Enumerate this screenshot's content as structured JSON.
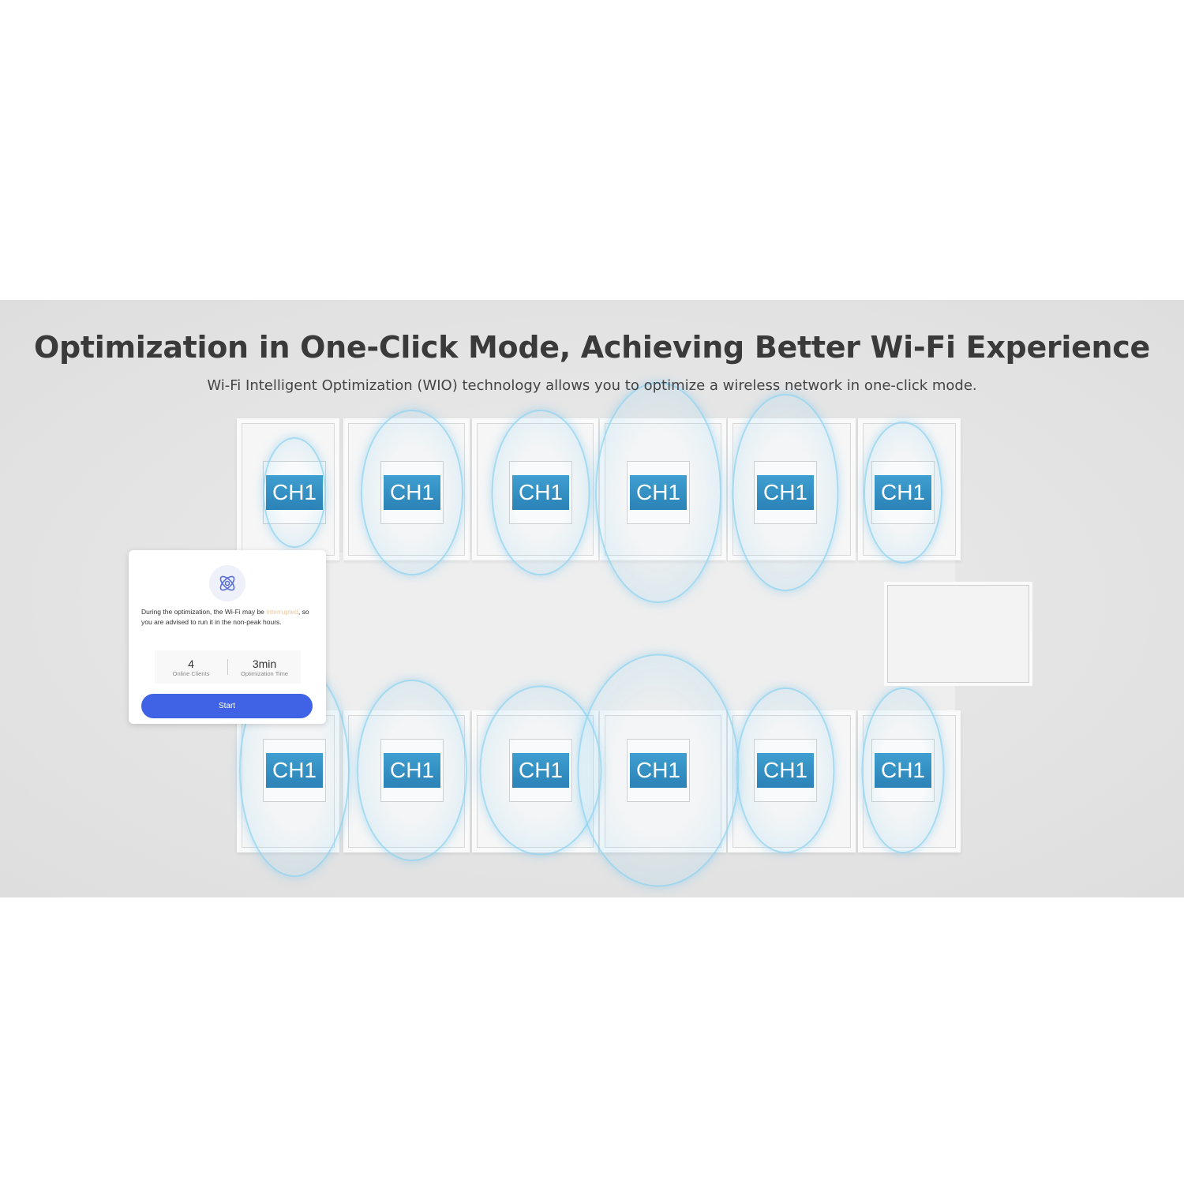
{
  "header": {
    "title": "Optimization in One-Click Mode, Achieving Better Wi-Fi Experience",
    "subtitle": "Wi-Fi Intelligent Optimization (WIO) technology allows you to optimize a wireless network in one-click mode."
  },
  "rooms": {
    "top": [
      "CH1",
      "CH1",
      "CH1",
      "CH1",
      "CH1",
      "CH1"
    ],
    "bottom": [
      "CH1",
      "CH1",
      "CH1",
      "CH1",
      "CH1",
      "CH1"
    ]
  },
  "dialog": {
    "icon": "atom-optimize-icon",
    "message_before": "During the optimization, the Wi-Fi may be ",
    "message_highlight": "interrupted",
    "message_after": ", so you are advised to run it in the non-peak hours.",
    "highlight_color": "#e8c9a0",
    "stats": [
      {
        "value": "4",
        "label": "Online Clients"
      },
      {
        "value": "3min",
        "label": "Optimization Time"
      }
    ],
    "start_label": "Start",
    "accent": "#3f63e4"
  }
}
